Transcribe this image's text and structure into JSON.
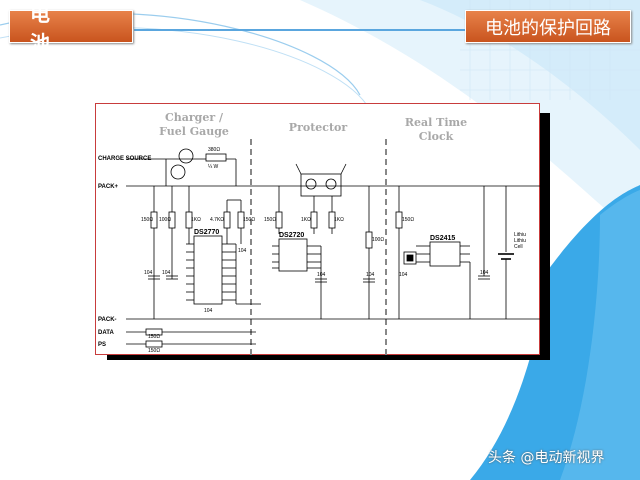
{
  "header": {
    "left_title": "电 池",
    "right_title": "电池的保护回路"
  },
  "diagram": {
    "sections": [
      "Charger /",
      "Fuel Gauge",
      "Protector",
      "Real Time",
      "Clock"
    ],
    "terminals": [
      "CHARGE SOURCE",
      "PACK+",
      "PACK-",
      "DATA",
      "PS"
    ],
    "chips": [
      "DS2770",
      "DS2720",
      "DS2415"
    ],
    "components": {
      "r_top": "380Ω",
      "r_top_w": "¼ W",
      "r1": "150Ω",
      "r2": "100Ω",
      "r3": "1KΩ",
      "r4": "4.7KΩ",
      "r5": "150Ω",
      "r6": "150Ω",
      "r7": "150Ω",
      "r8": "1KΩ",
      "r9": "100Ω",
      "r10": "1KΩ",
      "r_data": "150Ω",
      "r_ps": "150Ω",
      "c1": "104",
      "c2": "104",
      "c3": "104",
      "c4": "104",
      "c5": "104",
      "c6": "104",
      "c7": "104",
      "c8": "104",
      "battery": "Lithium Lithium Cell"
    },
    "battery_lines": [
      "Lithiu",
      "Lithiu",
      "Cell"
    ]
  },
  "watermark": "头条 @电动新视界",
  "colors": {
    "badge": "#d9622b",
    "panel_border": "#c83c3c",
    "background_blue": "#3aa9e8"
  }
}
